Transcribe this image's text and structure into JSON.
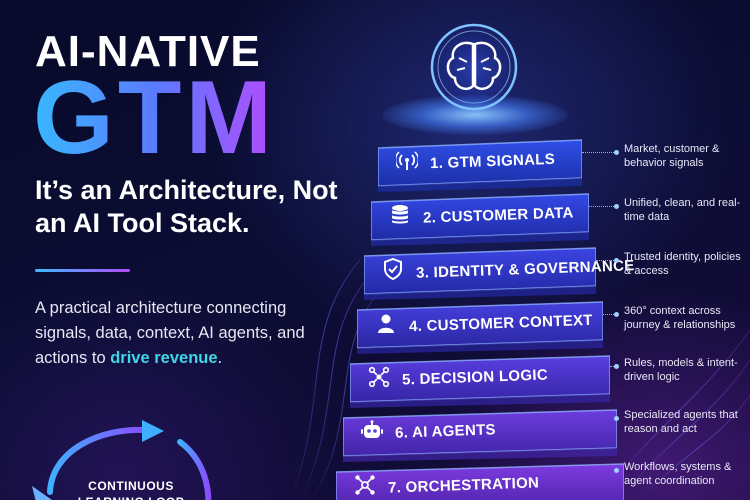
{
  "kicker": "AI-NATIVE",
  "headline": "GTM",
  "subtitle": "It’s an Architecture, Not an AI Tool Stack.",
  "description": {
    "before": "A practical architecture connecting signals, data, context, AI agents, and actions to ",
    "highlight": "drive revenue",
    "after": "."
  },
  "loop_label": "CONTINUOUS LEARNING LOOP",
  "colors": {
    "background": "#0b0d33",
    "headline_start": "#38b7ff",
    "headline_end": "#b14cff",
    "highlight": "#3fd6e6",
    "layer_top": "#3a4be0",
    "layer_bottom": "#8a3fe0"
  },
  "brain_icon": "brain-icon",
  "layers": [
    {
      "label": "1. GTM SIGNALS",
      "icon": "signal-icon",
      "desc": "Market, customer & behavior signals"
    },
    {
      "label": "2. CUSTOMER DATA",
      "icon": "database-icon",
      "desc": "Unified, clean, and real-time data"
    },
    {
      "label": "3. IDENTITY & GOVERNANCE",
      "icon": "shield-icon",
      "desc": "Trusted identity, policies & access"
    },
    {
      "label": "4. CUSTOMER CONTEXT",
      "icon": "person-icon",
      "desc": "360° context across journey & relationships"
    },
    {
      "label": "5. DECISION LOGIC",
      "icon": "network-icon",
      "desc": "Rules, models & intent-driven logic"
    },
    {
      "label": "6. AI AGENTS",
      "icon": "robot-icon",
      "desc": "Specialized agents that reason and act"
    },
    {
      "label": "7. ORCHESTRATION",
      "icon": "workflow-icon",
      "desc": "Workflows, systems & agent coordination"
    }
  ]
}
